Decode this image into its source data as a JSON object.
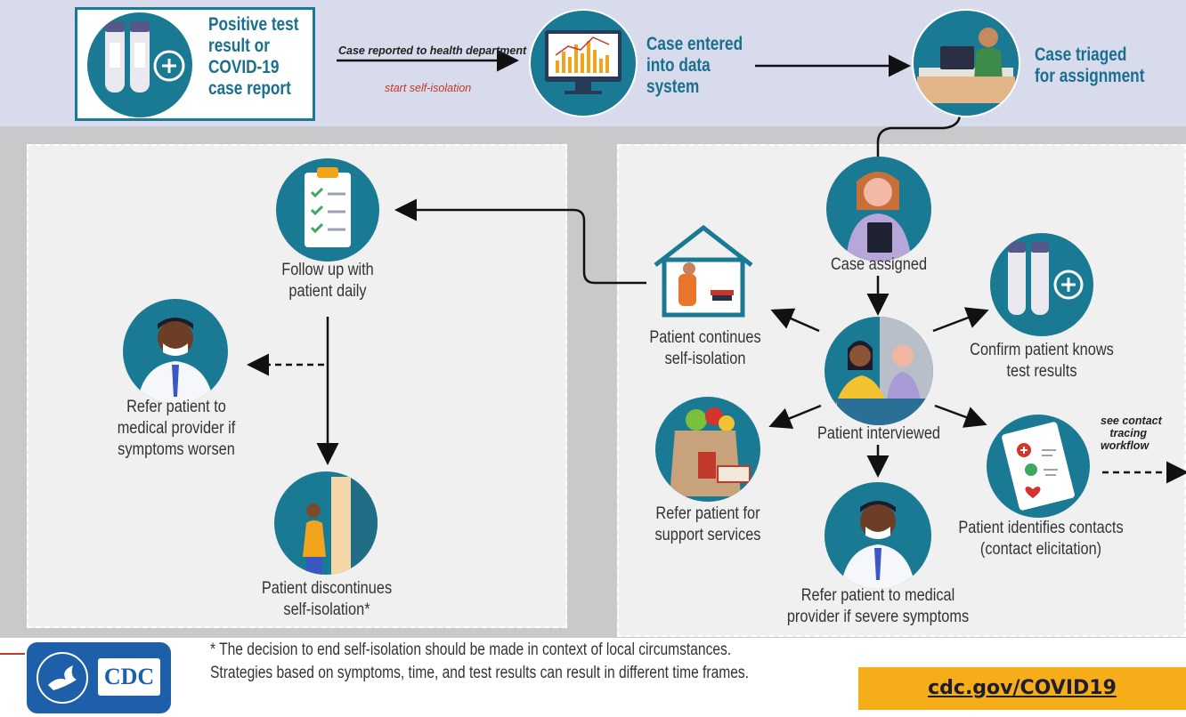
{
  "top": {
    "step1": "Positive test result or COVID-19 case report",
    "step1_lines": [
      "Positive test",
      "result or",
      "COVID-19",
      "case report"
    ],
    "arrow1_top": "Case reported to health department",
    "arrow1_bottom": "start self-isolation",
    "step2_lines": [
      "Case entered",
      "into data",
      "system"
    ],
    "step3_lines": [
      "Case triaged",
      "for assignment"
    ]
  },
  "right_panel": {
    "case_assigned": "Case assigned",
    "patient_interviewed": "Patient interviewed",
    "continues_lines": [
      "Patient continues",
      "self-isolation"
    ],
    "confirm_lines": [
      "Confirm patient knows",
      "test results"
    ],
    "support_lines": [
      "Refer patient for",
      "support services"
    ],
    "contacts_lines": [
      "Patient identifies contacts",
      "(contact elicitation)"
    ],
    "severe_lines": [
      "Refer patient to medical",
      "provider if severe symptoms"
    ],
    "see_contact_lines": [
      "see contact",
      "tracing",
      "workflow"
    ]
  },
  "left_panel": {
    "follow_lines": [
      "Follow up with",
      "patient daily"
    ],
    "refer_worsen_lines": [
      "Refer patient to",
      "medical provider if",
      "symptoms worsen"
    ],
    "discontinue_lines": [
      "Patient discontinues",
      "self-isolation*"
    ]
  },
  "footer": {
    "note_lines": [
      "* The decision to end self-isolation should be made in context of local circumstances.",
      "Strategies based on symptoms, time, and test results can result in different time frames."
    ],
    "logo_text": "CDC",
    "url": "cdc.gov/COVID19"
  },
  "colors": {
    "teal": "#1b7a93",
    "heading_blue": "#1a6f8c",
    "url_bar": "#f6ad1a",
    "red_italic": "#c0392b",
    "logo_blue": "#1d5fa8"
  }
}
